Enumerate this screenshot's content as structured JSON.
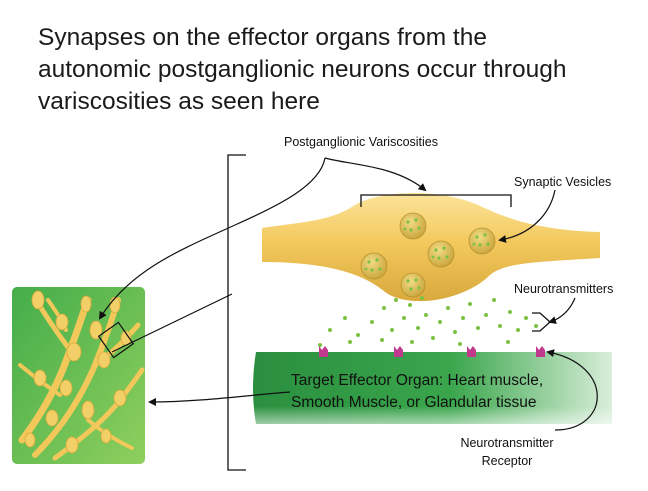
{
  "heading": {
    "line1": "Synapses on the effector organs from the",
    "line2": "autonomic postganglionic neurons occur through",
    "line3": "variscosities as seen here"
  },
  "labels": {
    "postganglionic": "Postganglionic Variscosities",
    "vesicles": "Synaptic Vesicles",
    "neurotransmitters": "Neurotransmitters",
    "organ_line1": "Target Effector Organ: Heart muscle,",
    "organ_line2": "Smooth Muscle, or Glandular tissue",
    "receptor_line1": "Neurotransmitter",
    "receptor_line2": "Receptor"
  },
  "colors": {
    "neuron": "#f2c85a",
    "vesicle": "#d7b74b",
    "transmitter": "#7cc242",
    "organ": "#2f9c46",
    "receptor": "#c0398d"
  }
}
